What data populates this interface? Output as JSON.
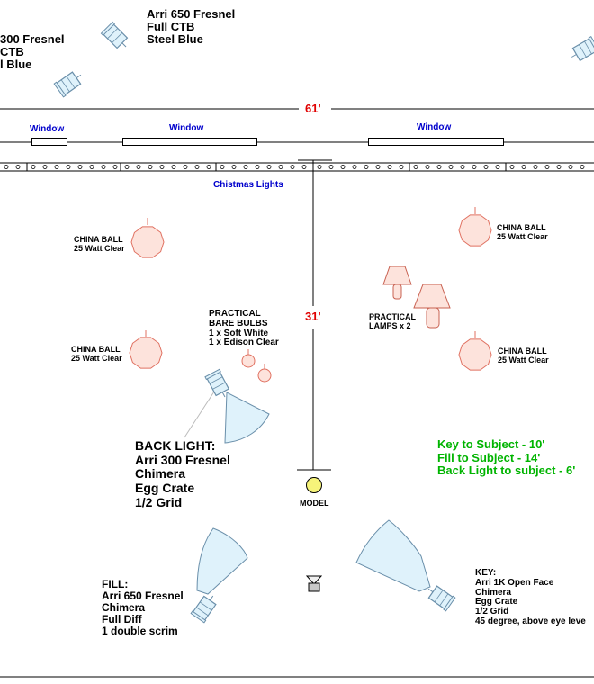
{
  "room": {
    "width_label": "61'",
    "depth_label": "31'",
    "windows": [
      "Window",
      "Window",
      "Window"
    ],
    "string_lights_label": "Chistmas Lights"
  },
  "top_lights": {
    "left": "300 Fresnel\nCTB\nl Blue",
    "center": "Arri 650 Fresnel\nFull CTB\nSteel Blue"
  },
  "china_balls": [
    {
      "label": "CHINA BALL\n25 Watt Clear"
    },
    {
      "label": "CHINA BALL\n25 Watt Clear"
    },
    {
      "label": "CHINA BALL\n25 Watt Clear"
    },
    {
      "label": "CHINA BALL\n25 Watt Clear"
    }
  ],
  "practicals": {
    "bulbs": "PRACTICAL\nBARE BULBS\n1 x Soft White\n1 x Edison Clear",
    "lamps": "PRACTICAL\nLAMPS x 2"
  },
  "back_light": "BACK LIGHT:\nArri 300 Fresnel\nChimera\nEgg Crate\n1/2 Grid",
  "distances": "Key to Subject - 10'\nFill to Subject - 14'\nBack Light to subject - 6'",
  "model": "MODEL",
  "fill": "FILL:\nArri 650 Fresnel\nChimera\nFull Diff\n1 double scrim",
  "key": "KEY:\nArri 1K Open Face\nChimera\nEgg Crate\n1/2 Grid\n45 degree, above eye leve",
  "colors": {
    "china_ball_fill": "#fde3dc",
    "china_ball_stroke": "#e07060",
    "softbox_fill": "#dff2fb",
    "softbox_stroke": "#6a8faa",
    "model_fill": "#f6f37a",
    "dimension_red": "#e00000",
    "window_blue": "#0000cc",
    "distance_green": "#00b400"
  }
}
